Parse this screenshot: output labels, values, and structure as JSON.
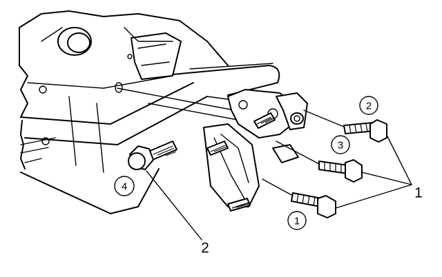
{
  "callouts": [
    {
      "id": "c1",
      "text": "1"
    },
    {
      "id": "c2",
      "text": "2"
    },
    {
      "id": "c3",
      "text": "3"
    },
    {
      "id": "c4",
      "text": "4"
    }
  ],
  "leaders": [
    {
      "id": "l1",
      "text": "1"
    },
    {
      "id": "l2",
      "text": "2"
    }
  ],
  "colors": {
    "ink": "#000000",
    "paper": "#ffffff"
  }
}
